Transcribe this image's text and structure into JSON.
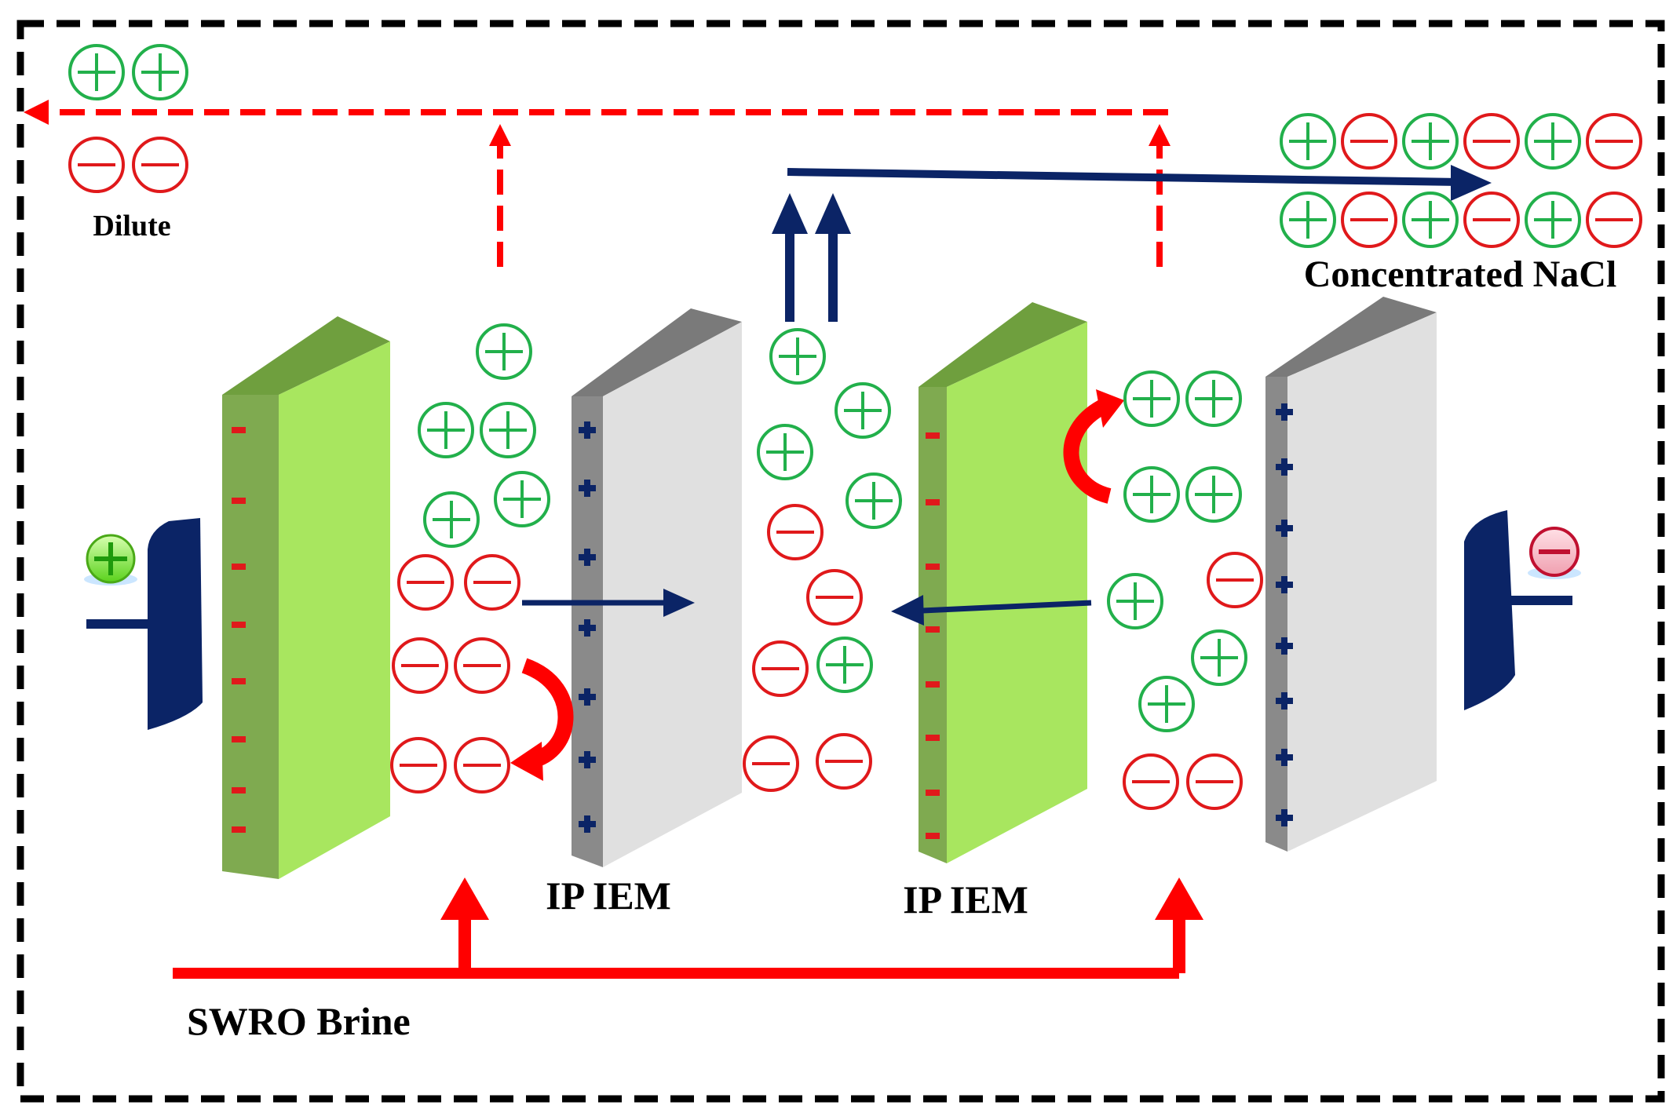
{
  "labels": {
    "dilute": "Dilute",
    "concentrated": "Concentrated NaCl",
    "membrane_left": "IP IEM",
    "membrane_right": "IP IEM",
    "feed": "SWRO Brine"
  },
  "colors": {
    "cation": "#22b04b",
    "anion": "#e0191b",
    "flow_red": "#ff0000",
    "flow_blue": "#0b2466",
    "cem_face": "#a8e65f",
    "cem_side": "#7faa50",
    "aem_face": "#e0e0e0",
    "aem_side": "#8a8a8a"
  },
  "icons": {
    "anode": "plus-electrode-icon",
    "cathode": "minus-electrode-icon",
    "cation": "plus-circle-icon",
    "anion": "minus-circle-icon"
  }
}
